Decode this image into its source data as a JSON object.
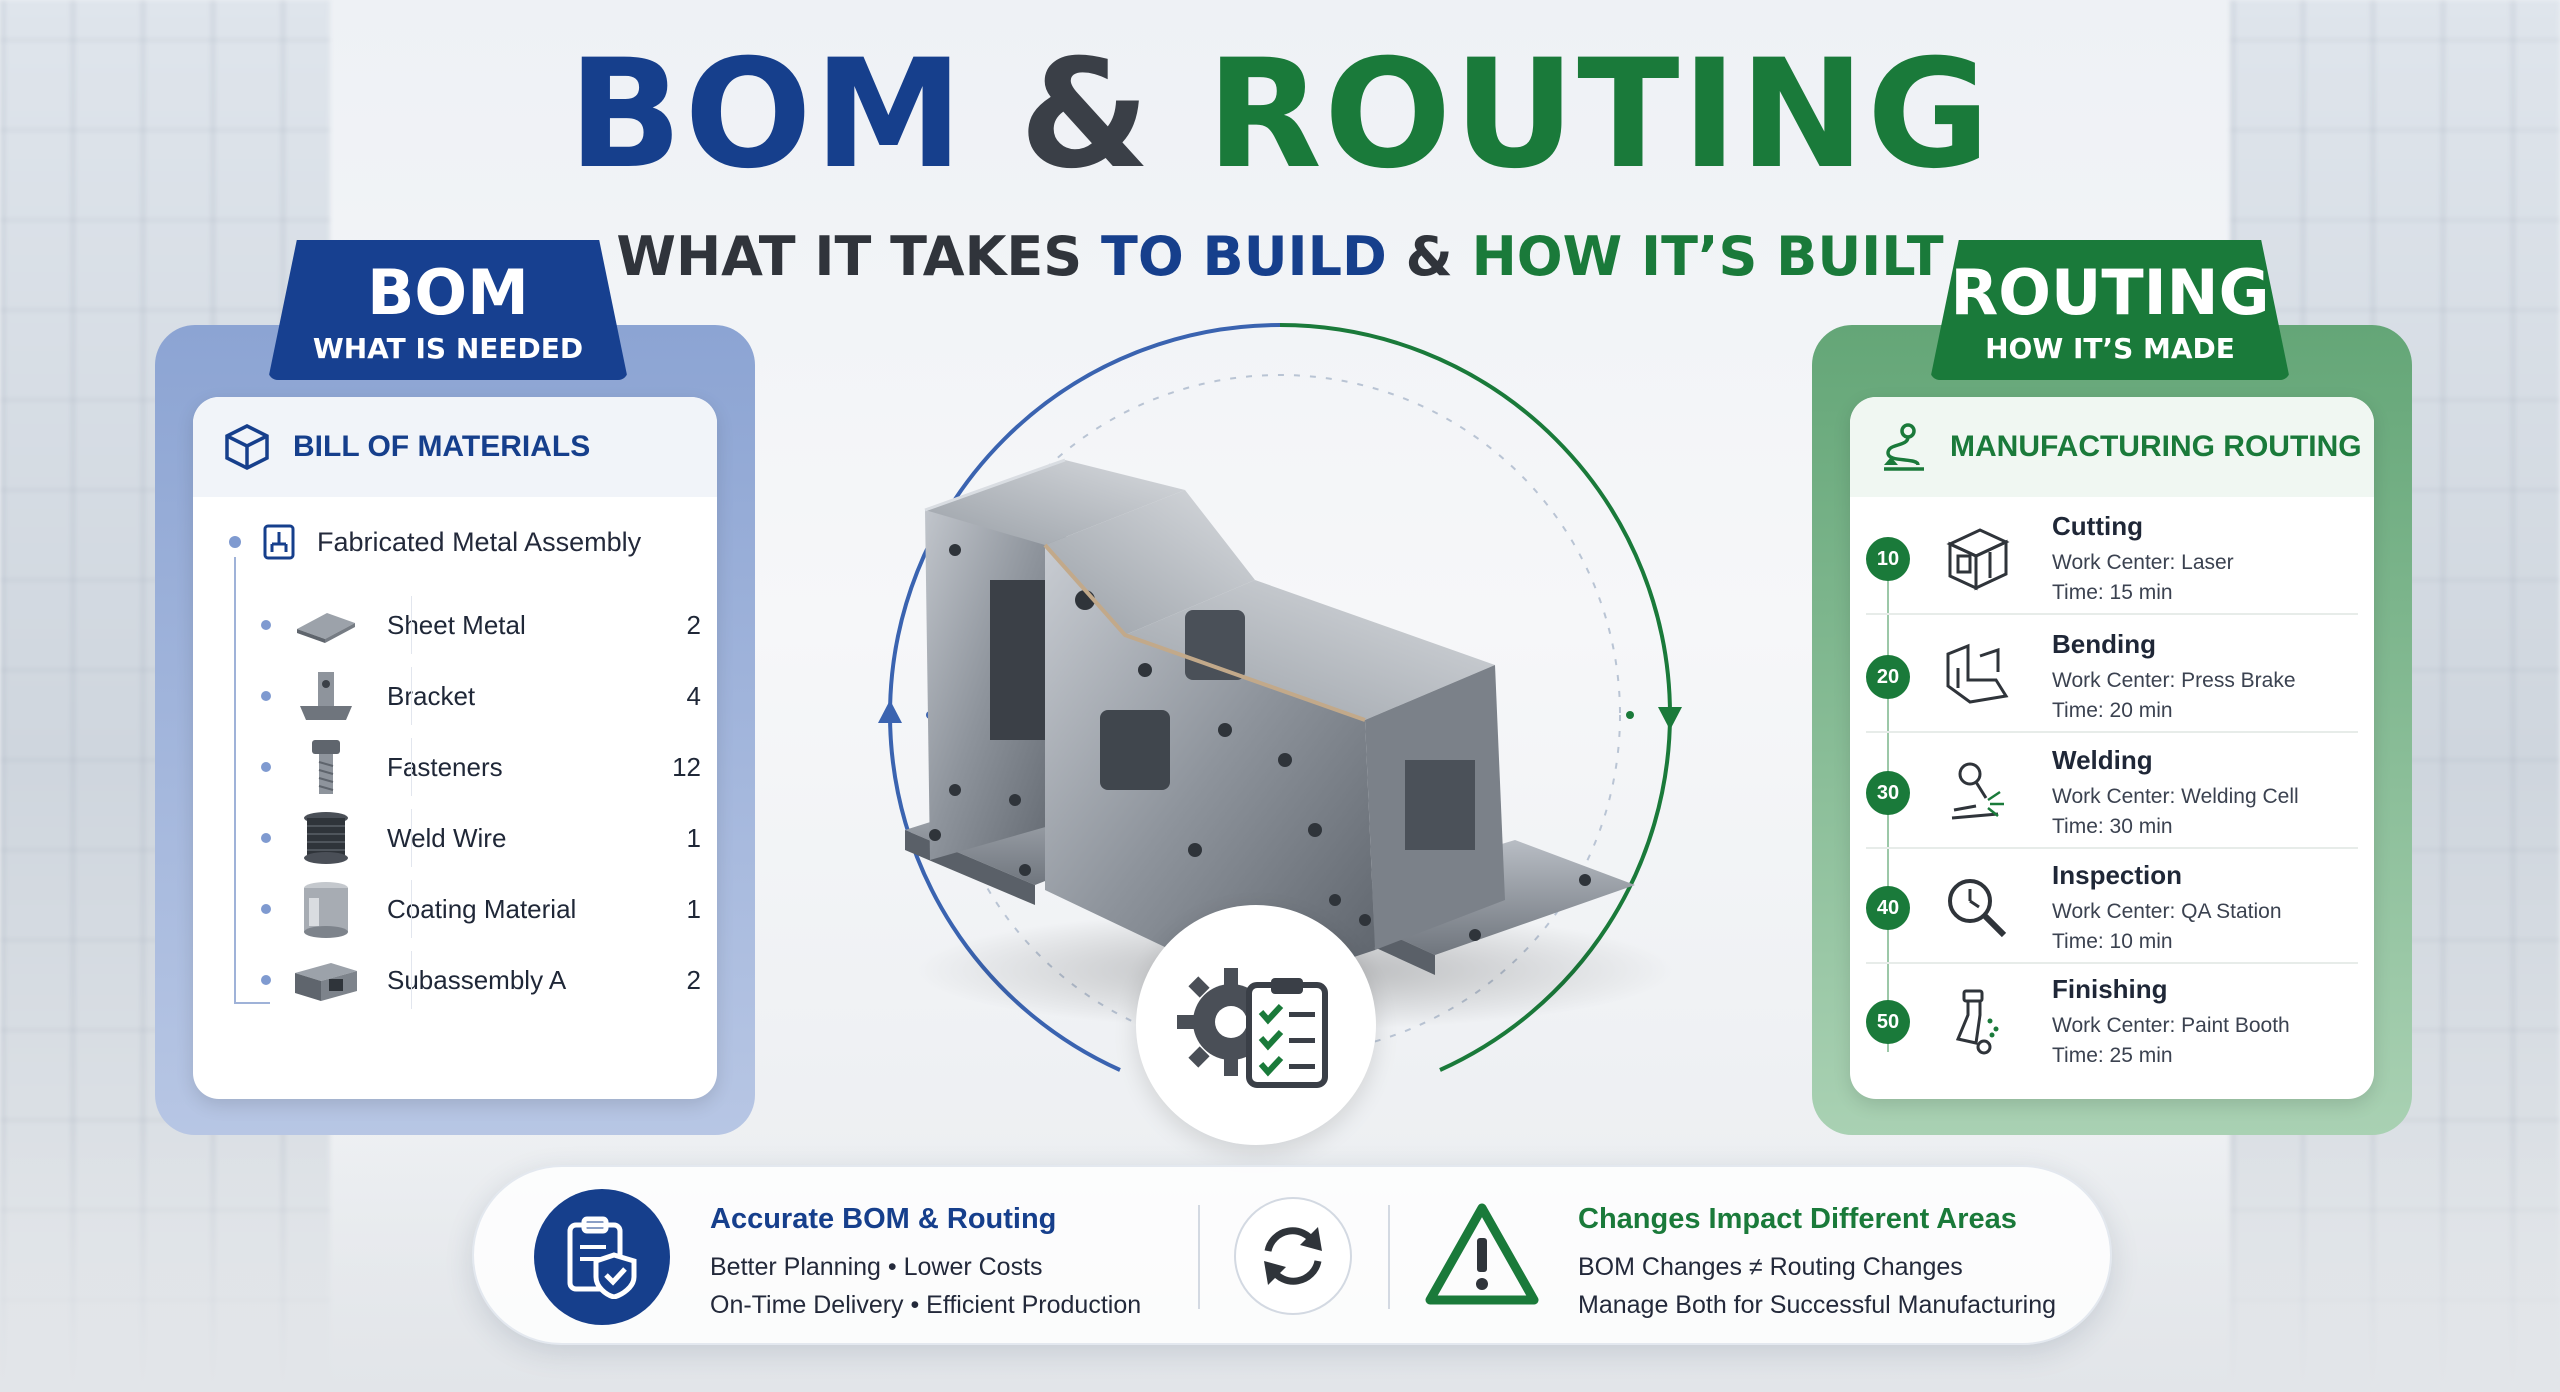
{
  "title": {
    "bom": "BOM",
    "amp": "&",
    "routing": "ROUTING"
  },
  "subtitle": {
    "part1": "WHAT IT TAKES ",
    "part2": "TO BUILD",
    "part3": " & ",
    "part4": "HOW IT’S BUILT"
  },
  "bom_tab": {
    "title": "BOM",
    "subtitle": "WHAT IS NEEDED"
  },
  "routing_tab": {
    "title": "ROUTING",
    "subtitle": "HOW IT’S MADE"
  },
  "bom_panel": {
    "heading": "BILL OF MATERIALS",
    "root": "Fabricated Metal Assembly",
    "items": [
      {
        "name": "Sheet Metal",
        "qty": "2",
        "icon": "sheet-metal-icon"
      },
      {
        "name": "Bracket",
        "qty": "4",
        "icon": "bracket-icon"
      },
      {
        "name": "Fasteners",
        "qty": "12",
        "icon": "fastener-icon"
      },
      {
        "name": "Weld Wire",
        "qty": "1",
        "icon": "weld-wire-icon"
      },
      {
        "name": "Coating Material",
        "qty": "1",
        "icon": "coating-icon"
      },
      {
        "name": "Subassembly A",
        "qty": "2",
        "icon": "subassembly-icon"
      }
    ]
  },
  "routing_panel": {
    "heading": "MANUFACTURING ROUTING",
    "steps": [
      {
        "num": "10",
        "name": "Cutting",
        "work_center": "Work Center: Laser",
        "time": "Time: 15 min",
        "icon": "cutting-icon"
      },
      {
        "num": "20",
        "name": "Bending",
        "work_center": "Work Center: Press Brake",
        "time": "Time: 20 min",
        "icon": "bending-icon"
      },
      {
        "num": "30",
        "name": "Welding",
        "work_center": "Work Center: Welding Cell",
        "time": "Time: 30 min",
        "icon": "welding-icon"
      },
      {
        "num": "40",
        "name": "Inspection",
        "work_center": "Work Center: QA Station",
        "time": "Time: 10 min",
        "icon": "inspection-icon"
      },
      {
        "num": "50",
        "name": "Finishing",
        "work_center": "Work Center: Paint Booth",
        "time": "Time: 25 min",
        "icon": "finishing-icon"
      }
    ]
  },
  "bottom": {
    "left_title": "Accurate BOM & Routing",
    "left_line1": "Better Planning  •  Lower Costs",
    "left_line2": "On-Time Delivery  •  Efficient Production",
    "right_title": "Changes Impact Different Areas",
    "right_line1": "BOM Changes ≠ Routing Changes",
    "right_line2": "Manage Both for Successful Manufacturing"
  },
  "colors": {
    "blue": "#163f8c",
    "green": "#1a7a3a",
    "dark": "#30343b"
  }
}
